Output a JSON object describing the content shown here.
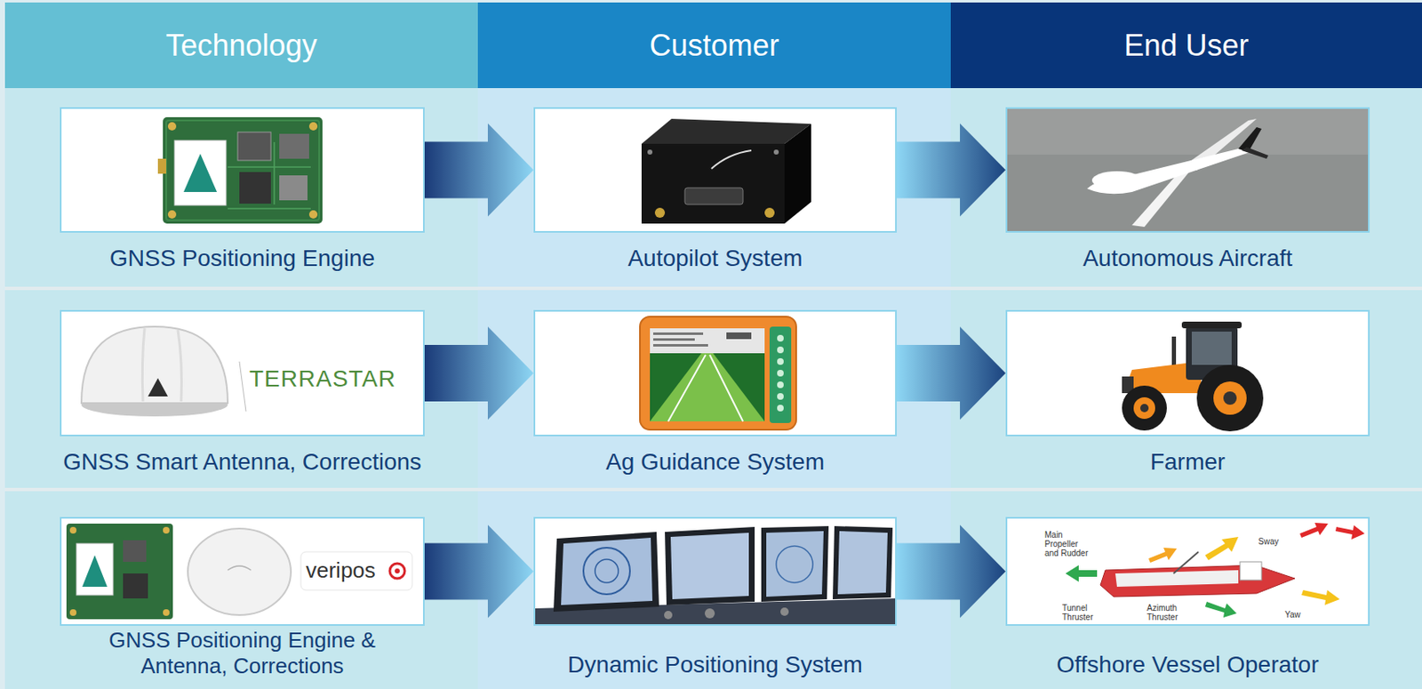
{
  "diagram": {
    "nodes": [
      {
        "text": [
          "Technology"
        ]
      },
      {
        "text": [
          "GNSS Positioning Engine"
        ],
        "in": 0
      },
      {
        "text": [
          "GNSS Smart Antenna, Corrections"
        ],
        "in": 0
      },
      {
        "text": [
          "GNSS Positioning Engine & Antenna, Corrections"
        ],
        "in": 0
      },
      {
        "text": [
          "Customer"
        ]
      },
      {
        "text": [
          "Autopilot System"
        ],
        "in": 4
      },
      {
        "text": [
          "Ag Guidance System"
        ],
        "in": 4
      },
      {
        "text": [
          "Dynamic Positioning System"
        ],
        "in": 4
      },
      {
        "text": [
          "End User"
        ]
      },
      {
        "text": [
          "Autonomous Aircraft"
        ],
        "in": 8
      },
      {
        "text": [
          "Farmer"
        ],
        "in": 8
      },
      {
        "text": [
          "Offshore Vessel Operator"
        ],
        "in": 8
      }
    ],
    "edges": [
      {
        "from": 1,
        "to": 5,
        "arrow": "to"
      },
      {
        "from": 5,
        "to": 9,
        "arrow": "to"
      },
      {
        "from": 2,
        "to": 6,
        "arrow": "to"
      },
      {
        "from": 6,
        "to": 10,
        "arrow": "to"
      },
      {
        "from": 3,
        "to": 7,
        "arrow": "to"
      },
      {
        "from": 7,
        "to": 11,
        "arrow": "to"
      }
    ],
    "labels": [
      "TERRASTAR",
      "veripos",
      "Main Propeller and Rudder",
      "Sway",
      "Tunnel Thruster",
      "Azimuth Thruster",
      "Yaw"
    ]
  }
}
